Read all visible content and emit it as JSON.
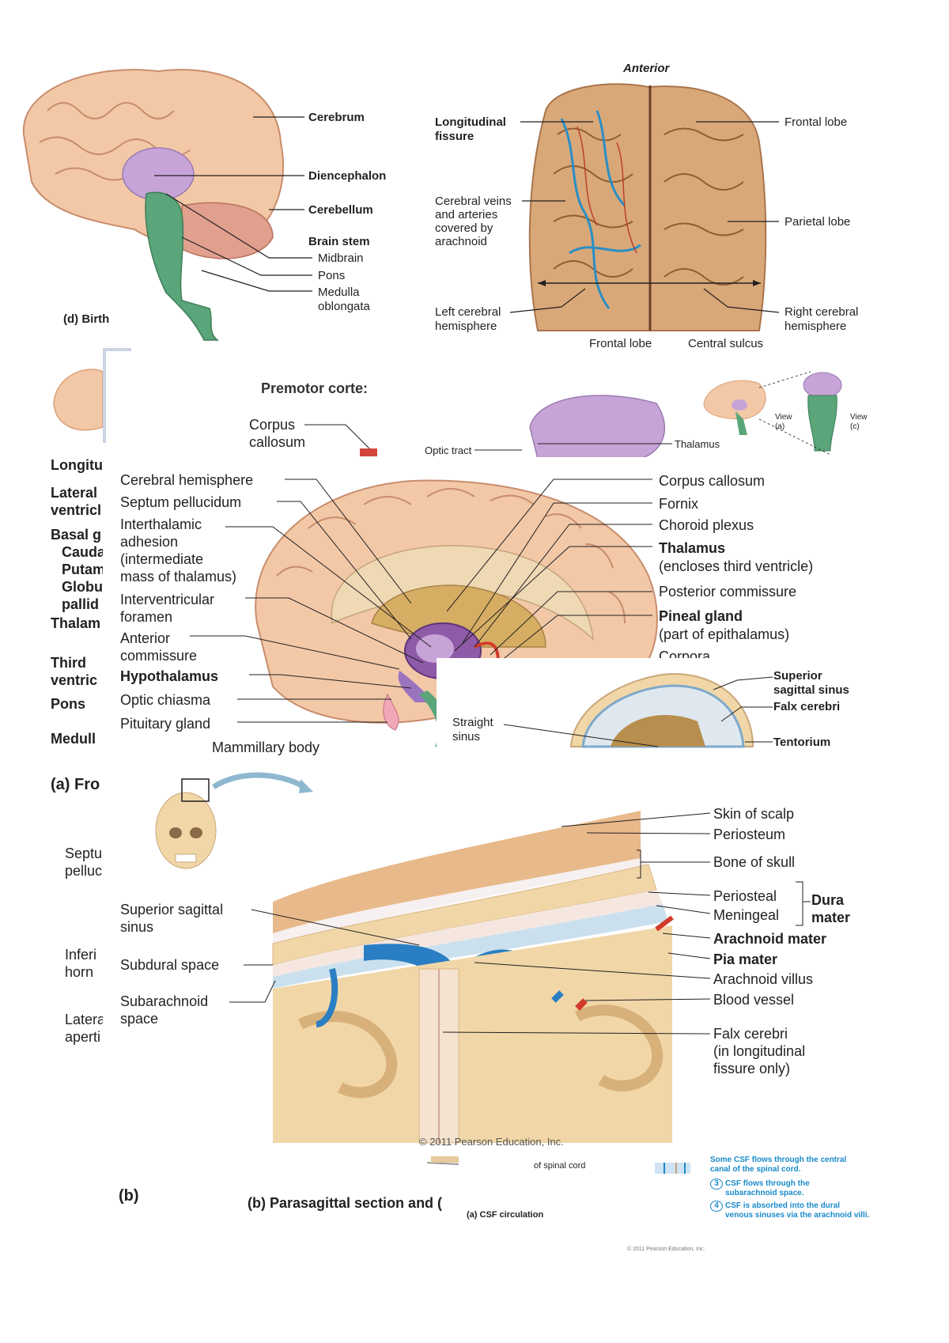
{
  "panel_d": {
    "labels": {
      "cerebrum": "Cerebrum",
      "diencephalon": "Diencephalon",
      "cerebellum": "Cerebellum",
      "brain_stem": "Brain stem",
      "midbrain": "Midbrain",
      "pons": "Pons",
      "medulla": "Medulla\noblongata"
    },
    "caption": "(d) Birth"
  },
  "panel_superior": {
    "anterior": "Anterior",
    "labels": {
      "longitudinal_fissure": "Longitudinal\nfissure",
      "frontal_lobe": "Frontal lobe",
      "cerebral_veins": "Cerebral veins\nand arteries\ncovered by\narachnoid",
      "parietal_lobe": "Parietal lobe",
      "left_hemisphere": "Left cerebral\nhemisphere",
      "right_hemisphere": "Right cerebral\nhemisphere"
    }
  },
  "strip": {
    "frontal_lobe": "Frontal lobe",
    "central_sulcus": "Central sulcus"
  },
  "background_layer": {
    "premotor": "Premotor corte:",
    "corpus_callosum": "Corpus\ncallosum",
    "optic_tract": "Optic tract",
    "thalamus": "Thalamus",
    "view_a": "View\n(a)",
    "view_c": "View\n(c)",
    "left_cut": {
      "longitu": "Longitu",
      "lateral": "Lateral\nventricl",
      "basal": "Basal g",
      "cauda": "Cauda",
      "putam": "Putam",
      "globu": "Globu\npallid",
      "thalam": "Thalam",
      "third": "Third\nventric",
      "pons": "Pons",
      "medull": "Medull",
      "caption_a": "(a) Fro",
      "septu": "Septu\npelluc",
      "inferi": "Inferi\nhorn",
      "latera": "Latera\naperti"
    }
  },
  "midsagittal": {
    "left_labels": {
      "cerebral_hemisphere": "Cerebral hemisphere",
      "septum_pellucidum": "Septum pellucidum",
      "interthalamic": "Interthalamic\nadhesion\n(intermediate\nmass of thalamus)",
      "interventricular": "Interventricular\nforamen",
      "anterior_commissure": "Anterior\ncommissure",
      "hypothalamus": "Hypothalamus",
      "optic_chiasma": "Optic chiasma",
      "pituitary": "Pituitary gland",
      "mammillary": "Mammillary body"
    },
    "right_labels": {
      "corpus_callosum": "Corpus callosum",
      "fornix": "Fornix",
      "choroid_plexus": "Choroid plexus",
      "thalamus": "Thalamus",
      "thalamus_note": "(encloses third ventricle)",
      "posterior_commissure": "Posterior commissure",
      "pineal": "Pineal gland",
      "pineal_note": "(part of epithalamus)",
      "corpora": "Corpora"
    }
  },
  "dural_inset": {
    "superior_sagittal": "Superior\nsagittal sinus",
    "falx": "Falx cerebri",
    "straight_sinus": "Straight\nsinus",
    "tentorium": "Tentorium"
  },
  "meninges": {
    "left_labels": {
      "superior_sagittal": "Superior sagittal\nsinus",
      "subdural": "Subdural space",
      "subarachnoid": "Subarachnoid\nspace"
    },
    "right_labels": {
      "skin": "Skin of scalp",
      "periosteum": "Periosteum",
      "bone": "Bone of skull",
      "periosteal": "Periosteal",
      "meningeal": "Meningeal",
      "dura": "Dura\nmater",
      "arachnoid": "Arachnoid mater",
      "pia": "Pia mater",
      "villus": "Arachnoid villus",
      "vessel": "Blood vessel",
      "falx": "Falx cerebri\n(in longitudinal\nfissure only)"
    },
    "copyright": "© 2011 Pearson Education, Inc."
  },
  "bottom": {
    "b": "(b)",
    "parasagittal": "(b) Parasagittal section and (",
    "of_spinal_cord": "of spinal cord",
    "csf_circulation": "(a) CSF circulation",
    "csf_note_top": "Some CSF flows through the central\ncanal of the spinal cord.",
    "step3_num": "3",
    "step3": "CSF flows through the\nsubarachnoid space.",
    "step4_num": "4",
    "step4": "CSF is absorbed into the dural\nvenous sinuses via the arachnoid villi.",
    "copyright_small": "© 2011 Pearson Education, Inc."
  },
  "colors": {
    "brain": "#f2c8a7",
    "brain_dark": "#d99a78",
    "diencephalon": "#c7a4d8",
    "brainstem": "#5aa57a",
    "cerebellum": "#e0a08d",
    "vessel_blue": "#2a8ec4",
    "vessel_red": "#d23a2a",
    "bone": "#f1d7a8",
    "scalp": "#e8b98a"
  }
}
